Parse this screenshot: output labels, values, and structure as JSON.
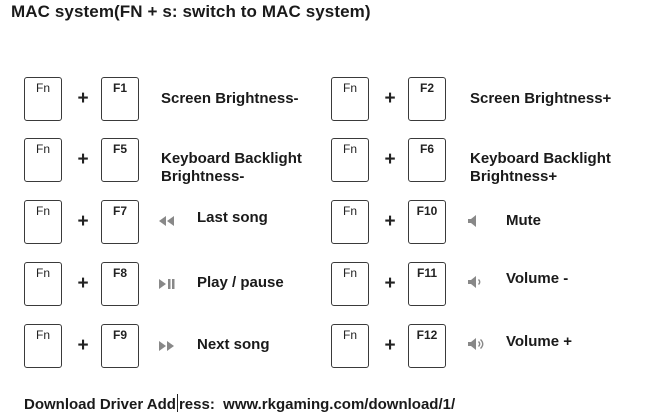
{
  "title": "MAC system(FN + s: switch to MAC system)",
  "plus": "+",
  "fn_label": "Fn",
  "left": [
    {
      "key": "F1",
      "label_lines": [
        "Screen Brightness-"
      ]
    },
    {
      "key": "F5",
      "label_lines": [
        "Keyboard Backlight",
        "Brightness-"
      ]
    },
    {
      "key": "F7",
      "icon": "previous-track-icon",
      "label_lines": [
        "Last song"
      ]
    },
    {
      "key": "F8",
      "icon": "play-pause-icon",
      "label_lines": [
        "Play / pause"
      ]
    },
    {
      "key": "F9",
      "icon": "next-track-icon",
      "label_lines": [
        "Next song"
      ]
    }
  ],
  "right": [
    {
      "key": "F2",
      "label_lines": [
        "Screen Brightness+"
      ]
    },
    {
      "key": "F6",
      "label_lines": [
        "Keyboard Backlight",
        "Brightness+"
      ]
    },
    {
      "key": "F10",
      "icon": "mute-icon",
      "label_lines": [
        "Mute"
      ]
    },
    {
      "key": "F11",
      "icon": "volume-down-icon",
      "label_lines": [
        "Volume -"
      ]
    },
    {
      "key": "F12",
      "icon": "volume-up-icon",
      "label_lines": [
        "Volume +"
      ]
    }
  ],
  "footer": {
    "label_a": "Download Driver Add",
    "label_b": "ress:",
    "url": "www.rkgaming.com/download/1/"
  },
  "colors": {
    "text": "#1a1a1a",
    "key_border": "#3a3a3a",
    "icon": "#888888"
  }
}
